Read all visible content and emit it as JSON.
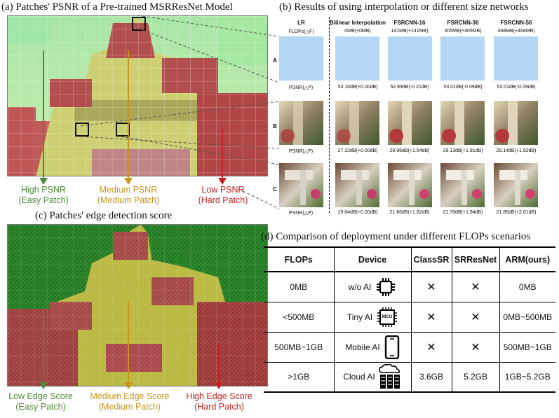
{
  "panel_a": {
    "caption": "(a) Patches' PSNR of a Pre-trained MSRResNet Model",
    "labels": [
      {
        "title": "High PSNR",
        "sub": "(Easy Patch)",
        "color": "#4e8a3a"
      },
      {
        "title": "Medium PSNR",
        "sub": "(Medium Patch)",
        "color": "#c8941c"
      },
      {
        "title": "Low PSNR",
        "sub": "(Hard Patch)",
        "color": "#c42222"
      }
    ]
  },
  "panel_b": {
    "caption": "(b) Results of using interpolation or different size networks",
    "columns": [
      {
        "name": "LR",
        "flops": "FLOPs(△F)"
      },
      {
        "name": "Bilinear Interpolation",
        "flops": "0MB(+0MB)"
      },
      {
        "name": "FSRCNN-16",
        "flops": "141MB(+141MB)"
      },
      {
        "name": "FSRCNN-36",
        "flops": "305MB(+305MB)"
      },
      {
        "name": "FSRCNN-56",
        "flops": "468MB(+468MB)"
      }
    ],
    "rows": [
      {
        "label": "A",
        "values": [
          "PSNR(△P)",
          "53.10dB(+0.00dB)",
          "52.89dB(-0.21dB)",
          "53.01dB(-0.09dB)",
          "53.01dB(-0.09dB)"
        ]
      },
      {
        "label": "B",
        "values": [
          "PSNR(△P)",
          "27.32dB(+0.00dB)",
          "28.96dB(+1.64dB)",
          "29.13dB(+1.81dB)",
          "29.14dB(+1.82dB)"
        ]
      },
      {
        "label": "C",
        "values": [
          "PSNR(△P)",
          "19.84dB(+0.00dB)",
          "21.66dB(+1.82dB)",
          "21.78dB(+1.94dB)",
          "21.85dB(+2.01dB)"
        ]
      }
    ]
  },
  "panel_c": {
    "caption": "(c) Patches' edge detection score",
    "labels": [
      {
        "title": "Low Edge Score",
        "sub": "(Easy Patch)",
        "color": "#4e8a3a"
      },
      {
        "title": "Medium Edge Score",
        "sub": "(Medium Patch)",
        "color": "#c8941c"
      },
      {
        "title": "High Edge Score",
        "sub": "(Hard Patch)",
        "color": "#c42222"
      }
    ]
  },
  "panel_d": {
    "caption": "(d) Comparison of deployment  under different FLOPs scenarios",
    "headers": [
      "FLOPs",
      "Device",
      "ClassSR",
      "SRResNet",
      "ARM(ours)"
    ],
    "rows": [
      {
        "flops": "0MB",
        "device": "w/o AI",
        "icon": "chip-icon",
        "classsr": "✕",
        "srresnet": "✕",
        "arm": "0MB"
      },
      {
        "flops": "<500MB",
        "device": "Tiny AI",
        "icon": "mcu-icon",
        "mcu_text": "MCU",
        "classsr": "✕",
        "srresnet": "✕",
        "arm": "0MB~500MB"
      },
      {
        "flops": "500MB~1GB",
        "device": "Mobile AI",
        "icon": "phone-icon",
        "classsr": "✕",
        "srresnet": "✕",
        "arm": "500MB~1GB"
      },
      {
        "flops": ">1GB",
        "device": "Cloud AI",
        "icon": "cloud-server-icon",
        "classsr": "3.6GB",
        "srresnet": "5.2GB",
        "arm": "1GB~5.2GB"
      }
    ]
  },
  "colors": {
    "easy": "#4e8a3a",
    "medium": "#c8941c",
    "hard": "#c42222"
  }
}
